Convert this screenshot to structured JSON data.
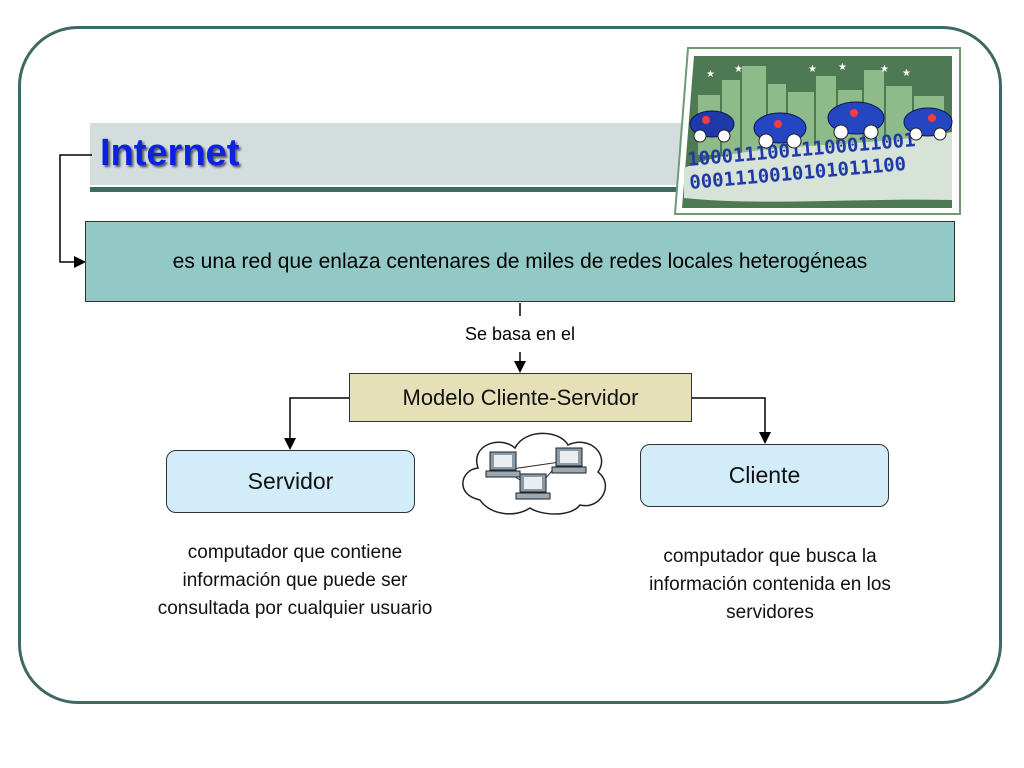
{
  "slide": {
    "title": "Internet",
    "definition": "es una red que enlaza centenares de miles de redes locales heterogéneas",
    "relation_label": "Se basa en el",
    "model": "Modelo Cliente-Servidor",
    "server": {
      "label": "Servidor",
      "description": "computador que contiene información que puede ser consultada por cualquier usuario"
    },
    "client": {
      "label": "Cliente",
      "description": "computador que busca la información contenida en los servidores"
    },
    "clipart_binary_line1": "10001110011100011001",
    "clipart_binary_line2": "0001110010101011100"
  },
  "colors": {
    "title": "#0b22e0",
    "frame": "#3f6a64",
    "definition_fill": "#92c9c7",
    "model_fill": "#e6e0b8",
    "node_fill": "#d2ecfa"
  }
}
